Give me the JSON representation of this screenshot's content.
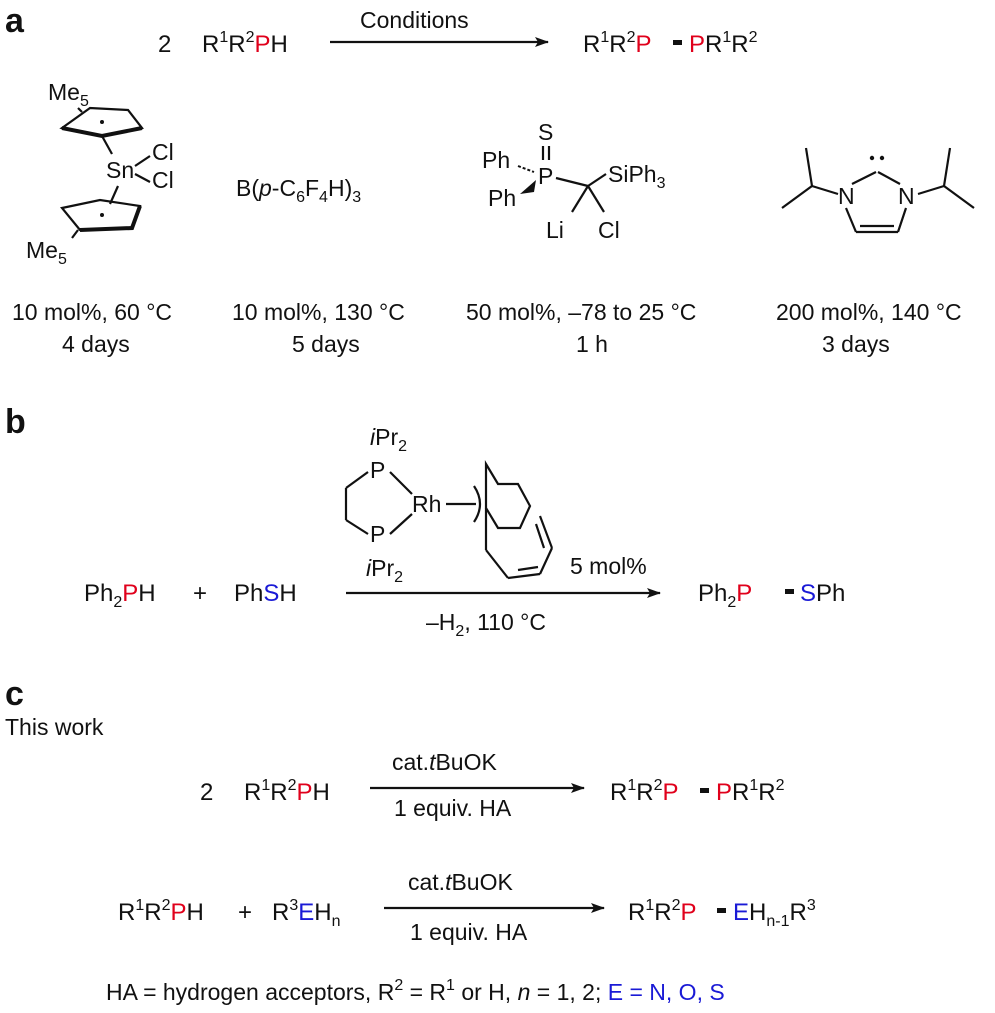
{
  "colors": {
    "phosphorus": "#e0001b",
    "heteroatom": "#1a1ad6",
    "text": "#111111"
  },
  "panel_a": {
    "label": "a",
    "reaction": {
      "coefficient": "2",
      "reactant_prefix": "R",
      "reactant_P": "P",
      "reactant_H": "H",
      "arrow_label": "Conditions",
      "product_P": "P"
    },
    "catalysts": [
      {
        "me_top": "Me",
        "me_top_sub": "5",
        "metal": "Sn",
        "cl1": "Cl",
        "cl2": "Cl",
        "me_bot": "Me",
        "me_bot_sub": "5",
        "conditions_line1": "10 mol%, 60 °C",
        "conditions_line2": "4 days"
      },
      {
        "formula_B": "B(",
        "formula_p": "p",
        "formula_rest": "-C",
        "conditions_line1": "10 mol%, 130 °C",
        "conditions_line2": "5 days"
      },
      {
        "S": "S",
        "Ph1": "Ph",
        "Ph2": "Ph",
        "P": "P",
        "SiPh": "SiPh",
        "Li": "Li",
        "Cl": "Cl",
        "conditions_line1": "50 mol%, –78 to 25 °C",
        "conditions_line2": "1 h"
      },
      {
        "N1": "N",
        "N2": "N",
        "conditions_line1": "200 mol%, 140 °C",
        "conditions_line2": "3 days"
      }
    ]
  },
  "panel_b": {
    "label": "b",
    "reactant1_prefix": "Ph",
    "reactant1_P": "P",
    "reactant1_H": "H",
    "plus": "+",
    "reactant2_prefix": "Ph",
    "reactant2_S": "S",
    "reactant2_H": "H",
    "catalyst_P_top": "P",
    "catalyst_P_bot": "P",
    "catalyst_metal": "Rh",
    "catalyst_ipr": "Pr",
    "loading": "5 mol%",
    "arrow_below": "110 °C",
    "product_prefix": "Ph",
    "product_P": "P",
    "product_S": "S",
    "product_suffix": "Ph"
  },
  "panel_c": {
    "label": "c",
    "subtitle": "This work",
    "reaction1": {
      "coefficient": "2",
      "catalyst": "cat.",
      "base": "BuOK",
      "acceptor": "1 equiv. HA"
    },
    "reaction2": {
      "plus": "+",
      "catalyst": "cat.",
      "base": "BuOK",
      "acceptor": "1 equiv. HA"
    },
    "footnote": {
      "part1": "HA = hydrogen acceptors, R",
      "part2": " = R",
      "part3": " or H, ",
      "n": "n",
      "part4": " = 1, 2; ",
      "E": "E = N, O, S"
    }
  }
}
